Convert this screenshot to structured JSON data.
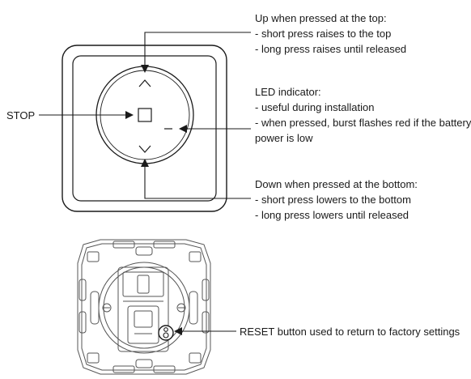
{
  "labels": {
    "stop": "STOP",
    "up": {
      "heading": "Up when pressed at the top:",
      "line1": "- short press raises to the top",
      "line2": "- long press raises until released"
    },
    "led": {
      "heading": "LED indicator:",
      "line1": "- useful during installation",
      "line2": "- when pressed, burst flashes red if the battery",
      "line3": "power is low"
    },
    "down": {
      "heading": "Down when pressed at the bottom:",
      "line1": "- short press lowers to the bottom",
      "line2": "- long press lowers until released"
    },
    "reset": "RESET button used to return to factory settings"
  },
  "icons": {
    "up_chevron": "chevron-up-icon",
    "down_chevron": "chevron-down-icon",
    "stop_square": "stop-square-icon",
    "led": "led-indicator-icon",
    "reset": "reset-button-icon"
  },
  "colors": {
    "line": "#1a1a1a",
    "device": "#555555",
    "background": "#ffffff"
  }
}
